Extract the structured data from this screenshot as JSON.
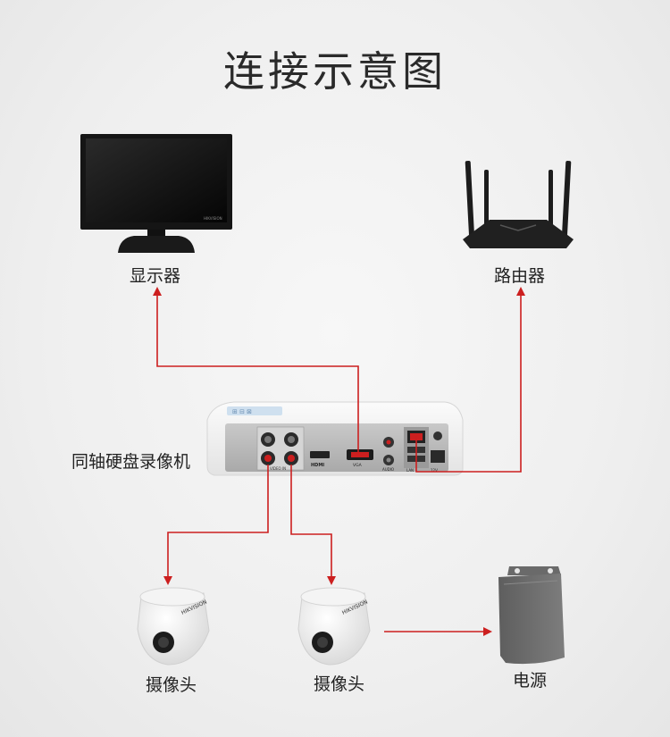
{
  "title": "连接示意图",
  "devices": {
    "monitor": {
      "label": "显示器",
      "icon": "monitor-icon"
    },
    "router": {
      "label": "路由器",
      "icon": "router-icon"
    },
    "dvr": {
      "label": "同轴硬盘录像机",
      "icon": "dvr-icon",
      "brand_strip": "⊞ ⊟ ⊠",
      "ports": {
        "video_in": "VIDEO IN",
        "hdmi": "HDMI",
        "vga": "VGA",
        "audio": "AUDIO",
        "lan": "LAN",
        "power": "12V"
      }
    },
    "camera_1": {
      "label": "摄像头",
      "icon": "dome-camera-icon",
      "brand": "HIKVISION"
    },
    "camera_2": {
      "label": "摄像头",
      "icon": "dome-camera-icon",
      "brand": "HIKVISION"
    },
    "power_supply": {
      "label": "电源",
      "icon": "power-supply-icon"
    }
  },
  "monitor_brand": "HIKVISION",
  "colors": {
    "line": "#cc1f1f",
    "text": "#222222",
    "background": "#efefef"
  }
}
